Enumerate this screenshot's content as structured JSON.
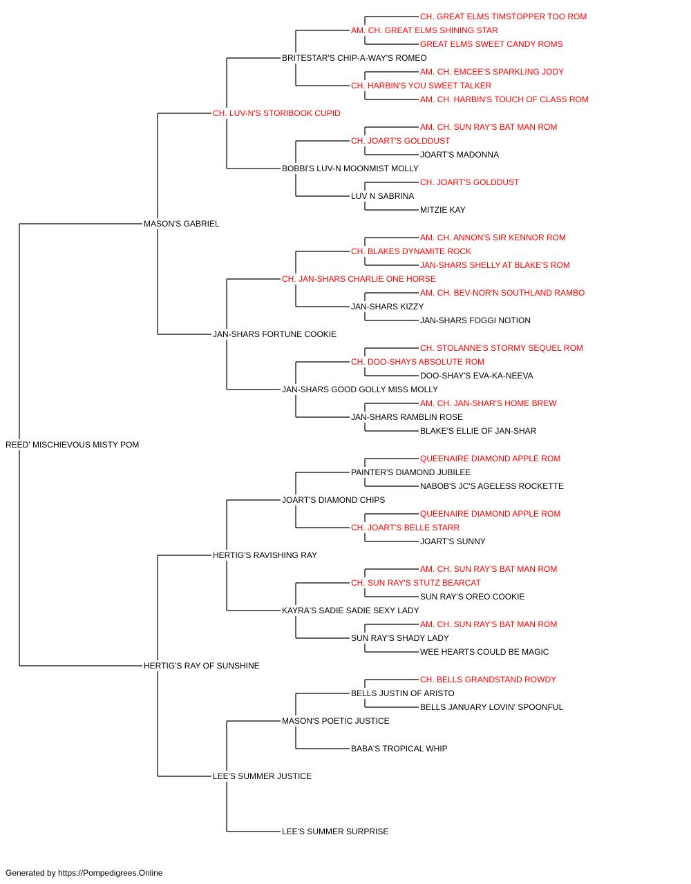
{
  "colors": {
    "champion": "#ff0000",
    "regular": "#000000",
    "line": "#000000"
  },
  "footer": "Generated by https://Pompedigrees.Online",
  "pedigree": {
    "name": "REED' MISCHIEVOUS MISTY POM",
    "champion": false,
    "sire": {
      "name": "MASON'S GABRIEL",
      "champion": false,
      "sire": {
        "name": "CH. LUV-N'S STORIBOOK CUPID",
        "champion": true,
        "sire": {
          "name": "BRITESTAR'S CHIP-A-WAY'S ROMEO",
          "champion": false,
          "sire": {
            "name": "AM. CH. GREAT ELMS SHINING STAR",
            "champion": true,
            "sire": {
              "name": "CH. GREAT ELMS TIMSTOPPER TOO ROM",
              "champion": true
            },
            "dam": {
              "name": "GREAT ELMS SWEET CANDY ROMS",
              "champion": true
            }
          },
          "dam": {
            "name": "CH. HARBIN'S YOU SWEET TALKER",
            "champion": true,
            "sire": {
              "name": "AM. CH. EMCEE'S SPARKLING JODY",
              "champion": true
            },
            "dam": {
              "name": "AM. CH. HARBIN'S TOUCH OF CLASS ROM",
              "champion": true
            }
          }
        },
        "dam": {
          "name": "BOBBI'S LUV-N MOONMIST MOLLY",
          "champion": false,
          "sire": {
            "name": "CH. JOART'S GOLDDUST",
            "champion": true,
            "sire": {
              "name": "AM. CH. SUN RAY'S BAT MAN ROM",
              "champion": true
            },
            "dam": {
              "name": "JOART'S MADONNA",
              "champion": false
            }
          },
          "dam": {
            "name": "LUV N SABRINA",
            "champion": false,
            "sire": {
              "name": "CH. JOART'S GOLDDUST",
              "champion": true
            },
            "dam": {
              "name": "MITZIE KAY",
              "champion": false
            }
          }
        }
      },
      "dam": {
        "name": "JAN-SHARS FORTUNE COOKIE",
        "champion": false,
        "sire": {
          "name": "CH. JAN-SHARS CHARLIE ONE HORSE",
          "champion": true,
          "sire": {
            "name": "CH. BLAKES DYNAMITE ROCK",
            "champion": true,
            "sire": {
              "name": "AM. CH. ANNON'S SIR KENNOR ROM",
              "champion": true
            },
            "dam": {
              "name": "JAN-SHARS SHELLY AT BLAKE'S ROM",
              "champion": true
            }
          },
          "dam": {
            "name": "JAN-SHARS KIZZY",
            "champion": false,
            "sire": {
              "name": "AM. CH. BEV-NOR'N SOUTHLAND RAMBO",
              "champion": true
            },
            "dam": {
              "name": "JAN-SHARS FOGGI NOTION",
              "champion": false
            }
          }
        },
        "dam": {
          "name": "JAN-SHARS GOOD GOLLY MISS MOLLY",
          "champion": false,
          "sire": {
            "name": "CH. DOO-SHAYS ABSOLUTE ROM",
            "champion": true,
            "sire": {
              "name": "CH. STOLANNE'S STORMY SEQUEL ROM",
              "champion": true
            },
            "dam": {
              "name": "DOO-SHAY'S EVA-KA-NEEVA",
              "champion": false
            }
          },
          "dam": {
            "name": "JAN-SHARS RAMBLIN ROSE",
            "champion": false,
            "sire": {
              "name": "AM. CH. JAN-SHAR'S HOME BREW",
              "champion": true
            },
            "dam": {
              "name": "BLAKE'S ELLIE OF JAN-SHAR",
              "champion": false
            }
          }
        }
      }
    },
    "dam": {
      "name": "HERTIG'S RAY OF SUNSHINE",
      "champion": false,
      "sire": {
        "name": "HERTIG'S RAVISHING RAY",
        "champion": false,
        "sire": {
          "name": "JOART'S DIAMOND CHIPS",
          "champion": false,
          "sire": {
            "name": "PAINTER'S DIAMOND JUBILEE",
            "champion": false,
            "sire": {
              "name": "QUEENAIRE DIAMOND APPLE ROM",
              "champion": true
            },
            "dam": {
              "name": "NABOB'S JC'S AGELESS ROCKETTE",
              "champion": false
            }
          },
          "dam": {
            "name": "CH. JOART'S BELLE STARR",
            "champion": true,
            "sire": {
              "name": "QUEENAIRE DIAMOND APPLE ROM",
              "champion": true
            },
            "dam": {
              "name": "JOART'S SUNNY",
              "champion": false
            }
          }
        },
        "dam": {
          "name": "KAYRA'S SADIE SADIE SEXY LADY",
          "champion": false,
          "sire": {
            "name": "CH. SUN RAY'S STUTZ BEARCAT",
            "champion": true,
            "sire": {
              "name": "AM. CH. SUN RAY'S BAT MAN ROM",
              "champion": true
            },
            "dam": {
              "name": "SUN RAY'S OREO COOKIE",
              "champion": false
            }
          },
          "dam": {
            "name": "SUN RAY'S SHADY LADY",
            "champion": false,
            "sire": {
              "name": "AM. CH. SUN RAY'S BAT MAN ROM",
              "champion": true
            },
            "dam": {
              "name": "WEE HEARTS COULD BE MAGIC",
              "champion": false
            }
          }
        }
      },
      "dam": {
        "name": "LEE'S SUMMER JUSTICE",
        "champion": false,
        "sire": {
          "name": "MASON'S POETIC JUSTICE",
          "champion": false,
          "sire": {
            "name": "BELLS JUSTIN OF ARISTO",
            "champion": false,
            "sire": {
              "name": "CH. BELLS GRANDSTAND ROWDY",
              "champion": true
            },
            "dam": {
              "name": "BELLS JANUARY LOVIN' SPOONFUL",
              "champion": false
            }
          },
          "dam": {
            "name": "BABA'S TROPICAL WHIP",
            "champion": false
          }
        },
        "dam": {
          "name": "LEE'S SUMMER SURPRISE",
          "champion": false
        }
      }
    }
  }
}
